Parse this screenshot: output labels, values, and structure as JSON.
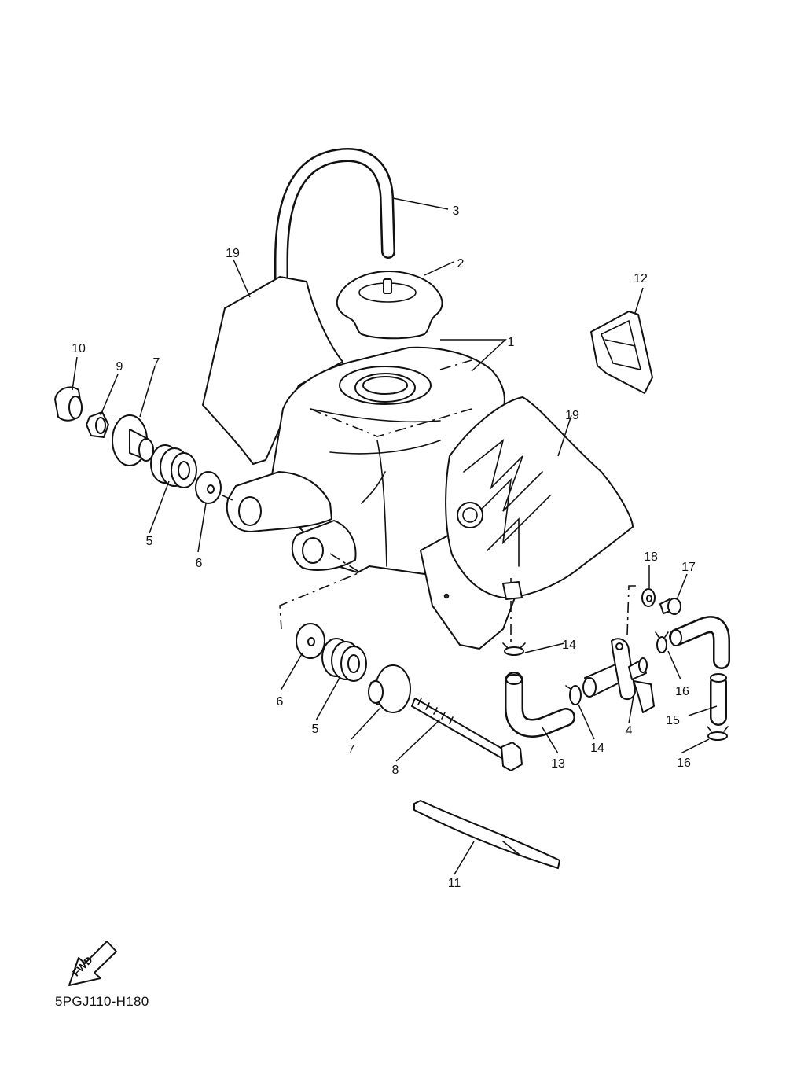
{
  "diagram_code": "5PGJ110-H180",
  "fwd_label": "FWD",
  "callouts": {
    "c1": "1",
    "c2": "2",
    "c3": "3",
    "c4": "4",
    "c5a": "5",
    "c5b": "5",
    "c6a": "6",
    "c6b": "6",
    "c7a": "7",
    "c7b": "7",
    "c8": "8",
    "c9": "9",
    "c10": "10",
    "c11": "11",
    "c12": "12",
    "c13": "13",
    "c14a": "14",
    "c14b": "14",
    "c15": "15",
    "c16a": "16",
    "c16b": "16",
    "c17": "17",
    "c18": "18",
    "c19a": "19",
    "c19b": "19"
  }
}
